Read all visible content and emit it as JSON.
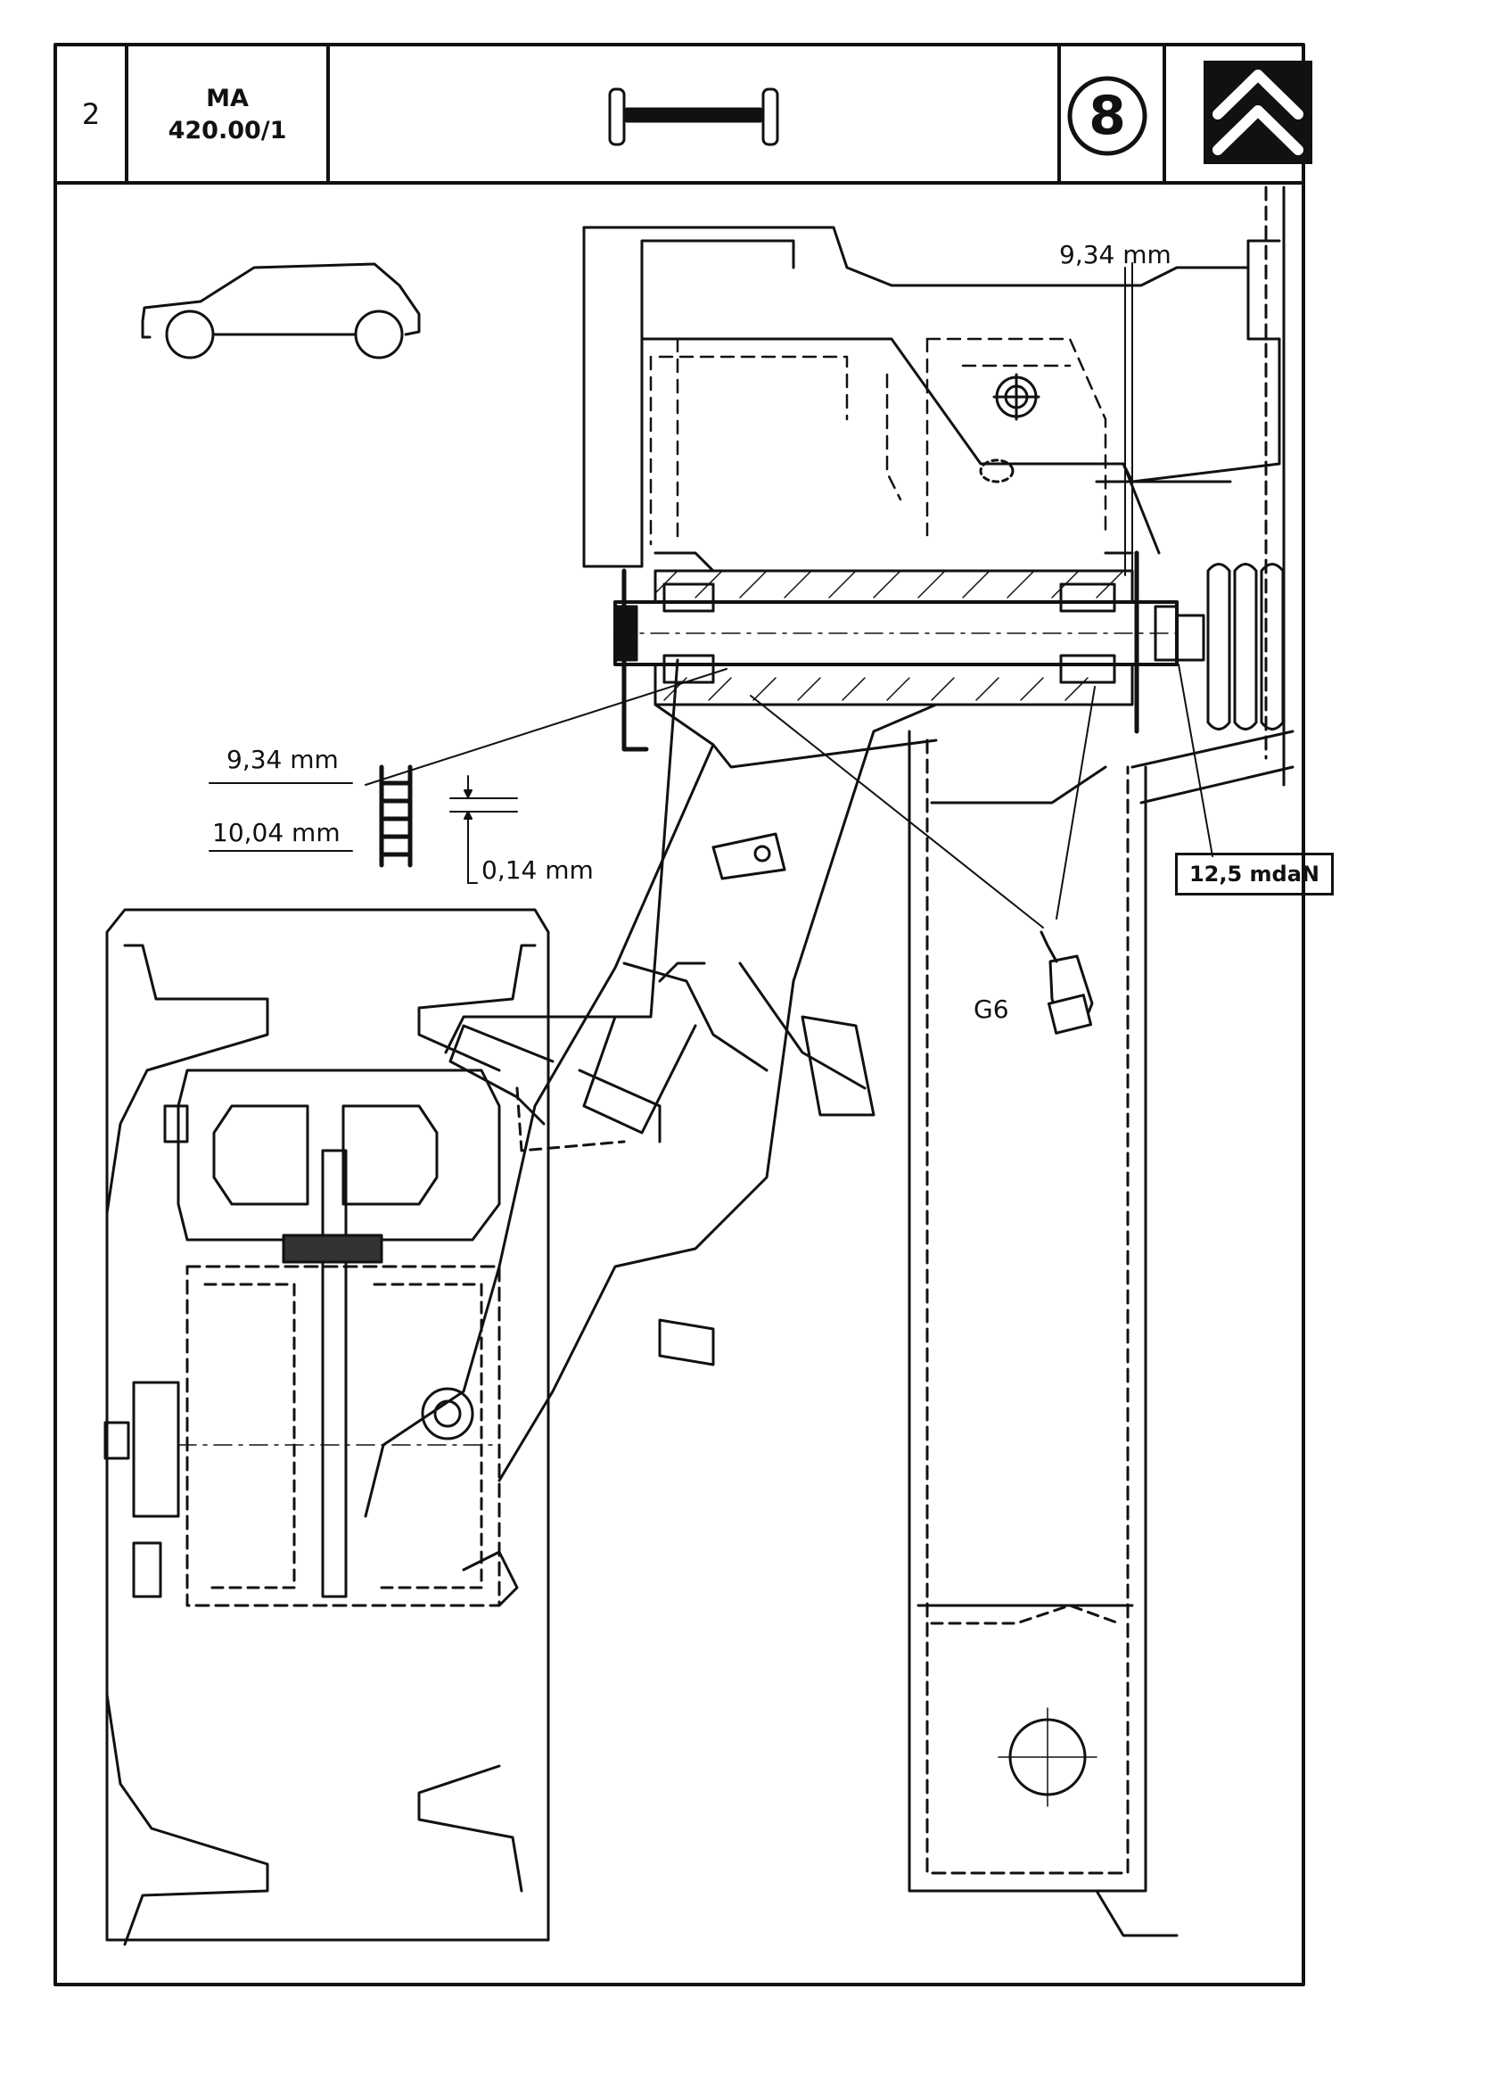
{
  "header": {
    "page_number": "2",
    "doc_code_line1": "MA",
    "doc_code_line2": "420.00/1",
    "group_number": "8",
    "axle_icon": "axle-icon",
    "brand_icon": "double-chevron-logo-icon"
  },
  "icons": {
    "vehicle": "car-side-icon",
    "shims": "shim-ladder-icon",
    "grease_tube": "grease-tube-icon"
  },
  "annotations": {
    "shim_top": "9,34 mm",
    "shim_range_low": "9,34 mm",
    "shim_range_high": "10,04 mm",
    "shim_step": "0,14 mm",
    "torque": "12,5 mdaN",
    "grease": "G6"
  }
}
